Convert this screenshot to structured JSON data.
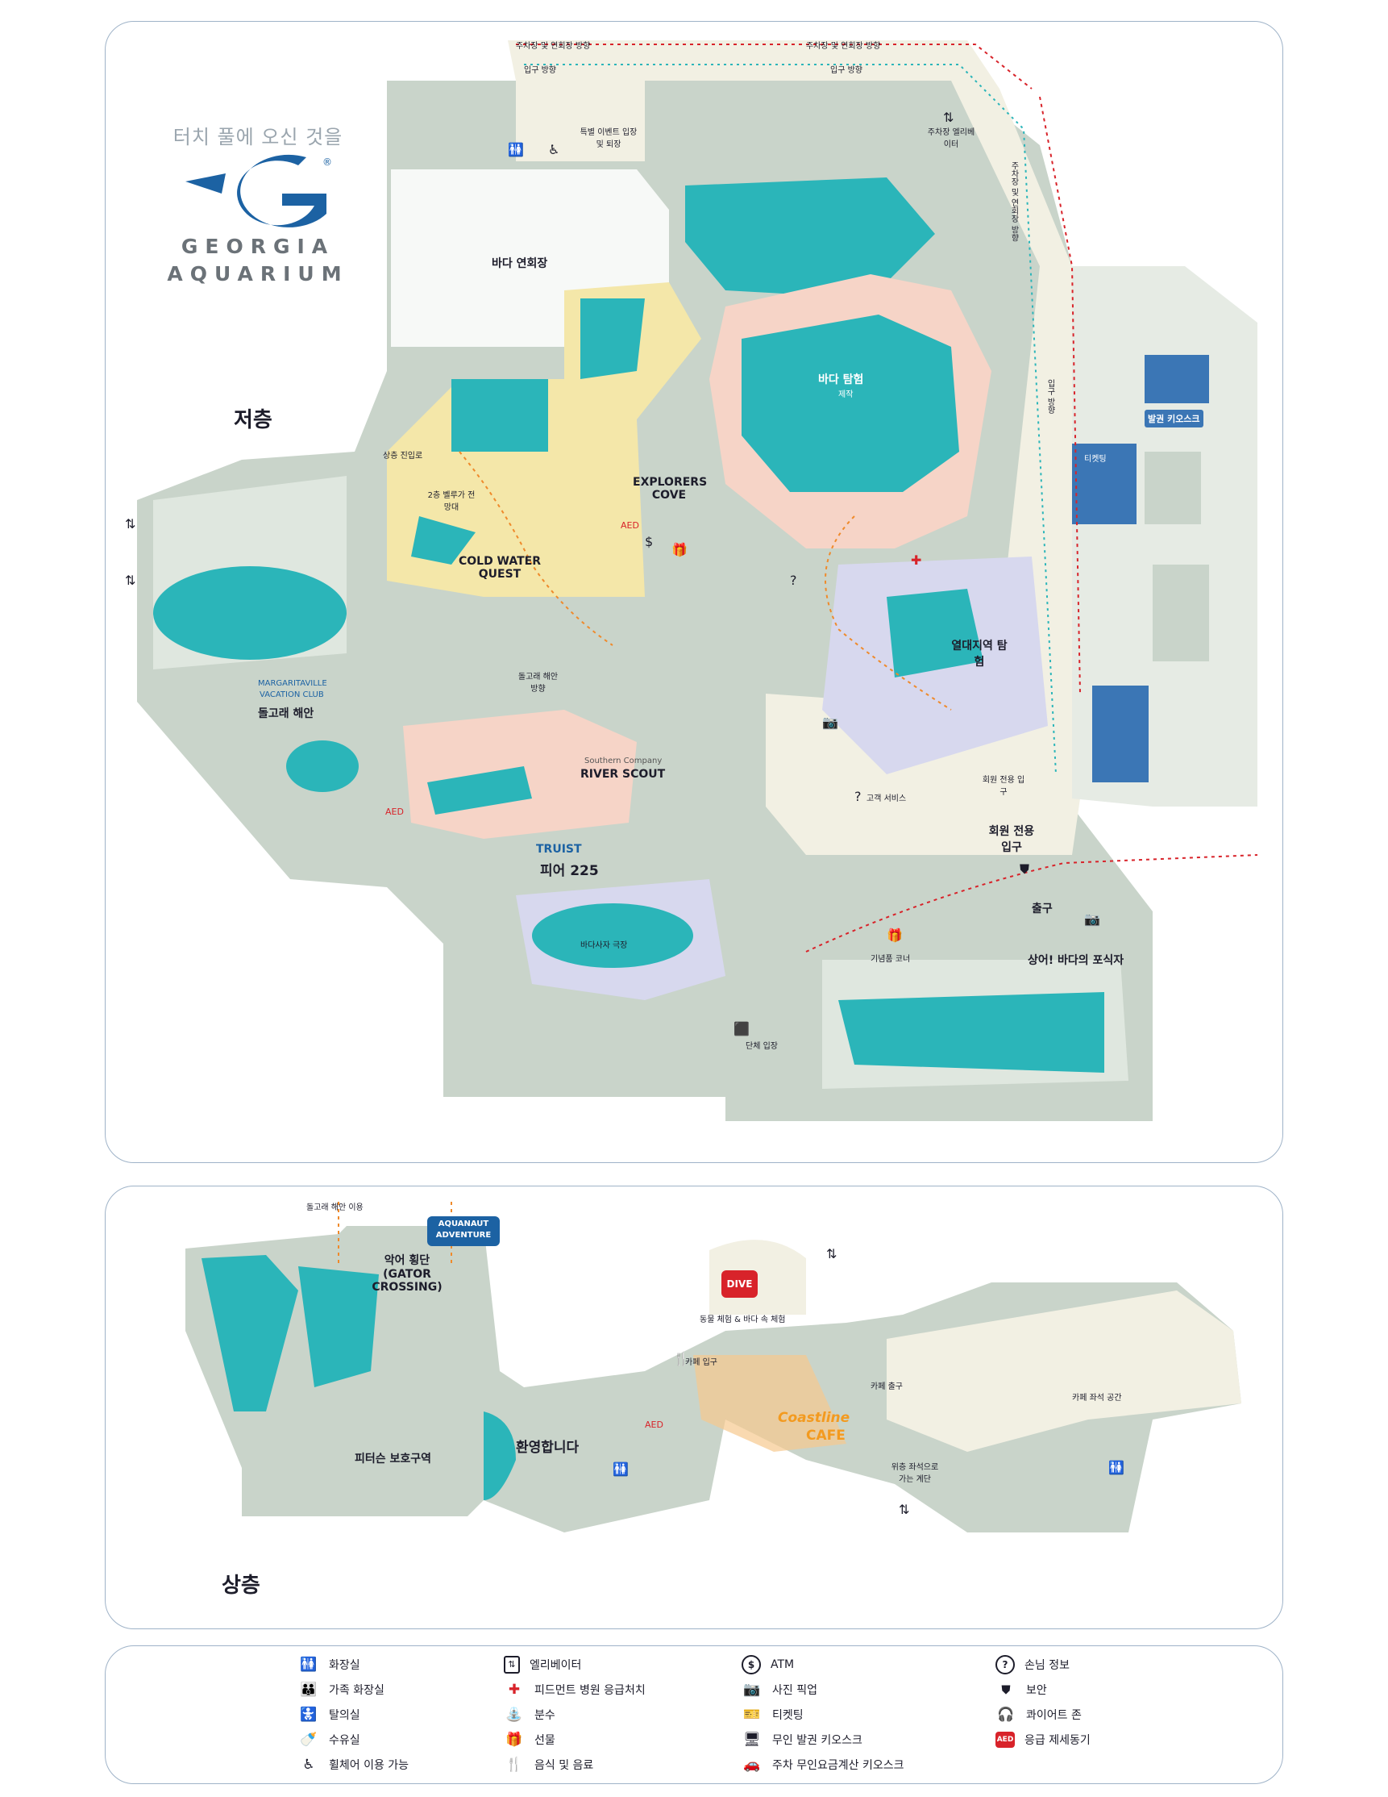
{
  "brand": {
    "tagline": "터치 풀에 오신 것을",
    "name_line1": "GEORGIA",
    "name_line2": "AQUARIUM",
    "registered": "®"
  },
  "colors": {
    "teal": "#2bb5b9",
    "gray_land": "#c9d4ca",
    "cream_path": "#f2f0e3",
    "yellow_zone": "#f4e7a9",
    "pink_zone": "#f6d4c7",
    "lavender_zone": "#d7d8ee",
    "blue_building": "#3b76b5",
    "accent_red": "#d8232a",
    "route_orange": "#ef8a2b"
  },
  "floors": {
    "lower": "저층",
    "upper": "상층"
  },
  "lower_labels": {
    "directions_parking": "주차장 및 연회장 방향",
    "directions_parking_2": "주차장 및 연회장 방향",
    "directions_entrance": "입구 방향",
    "directions_entrance_2": "입구 방향",
    "special_event": "특별 이벤트 입장 및 퇴장",
    "parking_elevator": "주차장 엘리베이터",
    "ballroom": "바다 연회장",
    "ocean_voyager": "바다 탐험",
    "ocean_voyager_sub": "제작",
    "explorers_cove": "EXPLORERS COVE",
    "upper_entry": "상층 진입로",
    "second_floor_view": "2층 벨루가 전망대",
    "cold_water_quest": "COLD WATER QUEST",
    "dolphin_direction": "돌고래 해안 방향",
    "river_scout_sponsor": "Southern Company",
    "river_scout": "RIVER SCOUT",
    "tropical_diver": "열대지역 탐험",
    "member_entrance": "회원 전용 입구",
    "member_entrance_large": "회원 전용 입구",
    "guest_services": "고객 서비스",
    "truist_sponsor": "TRUIST",
    "pier_225": "피어 225",
    "sea_lion_theater": "바다사자 극장",
    "margaritaville": "MARGARITAVILLE",
    "margaritaville_sub": "VACATION CLUB",
    "dolphin_coast": "돌고래 해안",
    "exit": "출구",
    "gift_shop": "기념품 코너",
    "sharks": "상어! 바다의 포식자",
    "group_entrance": "단체 입장",
    "ticketing": "티켓팅",
    "kiosk": "발권 키오스크",
    "vertical_route_1": "주차장 및 연회장 방향",
    "vertical_route_2": "입구 방향"
  },
  "upper_labels": {
    "dolphin_use": "돌고래 해안 이용",
    "aquanaut": "AQUANAUT ADVENTURE",
    "gator_crossing": "악어 횡단 (GATOR CROSSING)",
    "peterson": "피터슨 보호구역",
    "welcome": "환영합니다",
    "dive_logo": "DIVE",
    "dive": "동물 체험 & 바다 속 체험",
    "cafe_entrance": "카페 입구",
    "cafe_exit": "카페 출구",
    "coastline_cafe_1": "Coastline",
    "coastline_cafe_2": "CAFE",
    "cafe_seating": "카페 좌석 공간",
    "stairs_to_seating": "위층 좌석으로 가는 계단"
  },
  "legend": [
    {
      "icon": "restroom-icon",
      "label": "화장실"
    },
    {
      "icon": "family-restroom-icon",
      "label": "가족 화장실"
    },
    {
      "icon": "changing-room-icon",
      "label": "탈의실"
    },
    {
      "icon": "nursing-room-icon",
      "label": "수유실"
    },
    {
      "icon": "wheelchair-icon",
      "label": "휠체어 이용 가능"
    },
    {
      "icon": "elevator-icon",
      "label": "엘리베이터"
    },
    {
      "icon": "first-aid-icon",
      "label": "피드먼트 병원 응급처치"
    },
    {
      "icon": "fountain-icon",
      "label": "분수"
    },
    {
      "icon": "gift-icon",
      "label": "선물"
    },
    {
      "icon": "food-drink-icon",
      "label": "음식 및 음료"
    },
    {
      "icon": "atm-icon",
      "label": "ATM"
    },
    {
      "icon": "photo-pickup-icon",
      "label": "사진 픽업"
    },
    {
      "icon": "ticketing-icon",
      "label": "티켓팅"
    },
    {
      "icon": "ticket-kiosk-icon",
      "label": "무인 발권 키오스크"
    },
    {
      "icon": "parking-kiosk-icon",
      "label": "주차 무인요금계산 키오스크"
    },
    {
      "icon": "guest-info-icon",
      "label": "손님 정보"
    },
    {
      "icon": "security-icon",
      "label": "보안"
    },
    {
      "icon": "choir-zone-icon",
      "label": "콰이어트 존"
    },
    {
      "icon": "aed-icon",
      "label": "응급 제세동기"
    }
  ]
}
